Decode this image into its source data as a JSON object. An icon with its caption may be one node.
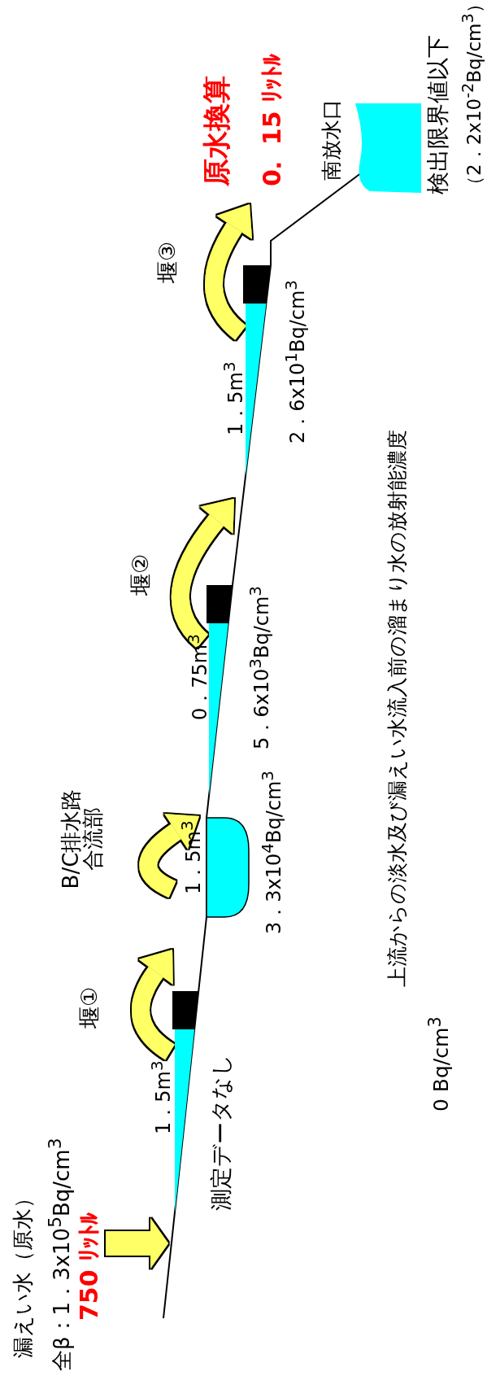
{
  "diagram": {
    "nodes": [
      {
        "text": [
          "漏えい水（原水）",
          "全β：1．3x10$^{5}$Bq/cm$^{3}$",
          "750 ﾘｯﾄﾙ"
        ]
      },
      {
        "text": [],
        "shape": "triangle",
        "beside": [
          "1．5m$^{3}$",
          "測定データなし"
        ]
      },
      {
        "text": [],
        "shape": "box",
        "beside": [
          "堰①"
        ]
      },
      {
        "text": [],
        "shape": "box",
        "beside": [
          "B/C排水路合流部",
          "1．5m$^{3}$",
          "3．3x10$^{4}$Bq/cm$^{3}$"
        ]
      },
      {
        "text": [],
        "shape": "triangle",
        "beside": [
          "0．75m$^{3}$",
          "5．6x10$^{3}$Bq/cm$^{3}$"
        ]
      },
      {
        "text": [],
        "shape": "box",
        "beside": [
          "堰②"
        ]
      },
      {
        "text": [],
        "shape": "triangle",
        "beside": [
          "1．5m$^{3}$",
          "2．6x10$^{1}$Bq/cm$^{3}$"
        ]
      },
      {
        "text": [],
        "shape": "box",
        "beside": [
          "堰③"
        ]
      },
      {
        "text": [],
        "shape": "box",
        "beside": [
          "南放水口",
          "検出限界値以下",
          "（2．2x10$^{-2}$Bq/cm$^{3}$）"
        ]
      }
    ],
    "edges": [
      {
        "from": 0,
        "to": 1,
        "arrow": "to"
      },
      {
        "from": 1,
        "to": 3,
        "arrow": "to"
      },
      {
        "from": 3,
        "to": 4,
        "arrow": "to"
      },
      {
        "from": 4,
        "to": 6,
        "arrow": "to"
      },
      {
        "from": 6,
        "to": 7,
        "arrow": "to"
      }
    ],
    "labels": [
      "原水換算",
      "0．15 ﾘｯﾄﾙ",
      "上流からの淡水及び漏えい水流入前の溜まり水の放射能濃度",
      "0 Bq/cm$^{3}$"
    ]
  }
}
